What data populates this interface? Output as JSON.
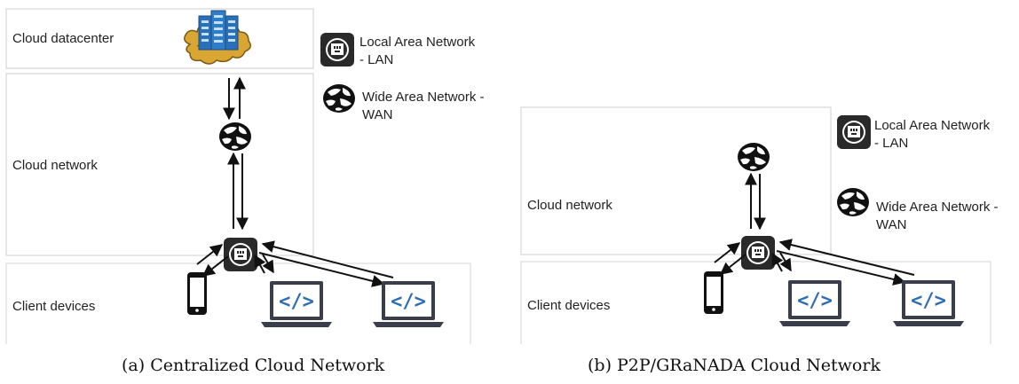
{
  "figure_a": {
    "layers": {
      "datacenter": "Cloud datacenter",
      "network": "Cloud network",
      "clients": "Client devices"
    },
    "legend": {
      "lan_line1": "Local Area Network",
      "lan_line2": "- LAN",
      "wan_line1": "Wide Area Network -",
      "wan_line2": "WAN"
    },
    "caption": "(a) Centralized Cloud Network"
  },
  "figure_b": {
    "layers": {
      "network": "Cloud network",
      "clients": "Client devices"
    },
    "legend": {
      "lan_line1": "Local Area Network",
      "lan_line2": "- LAN",
      "wan_line1": "Wide Area Network -",
      "wan_line2": "WAN"
    },
    "caption": "(b) P2P/GRaNADA Cloud Network"
  },
  "icons": {
    "datacenter": "server-cloud-icon",
    "wan": "wan-globe-icon",
    "lan": "lan-router-icon",
    "phone": "smartphone-icon",
    "laptop": "laptop-code-icon"
  },
  "colors": {
    "laptop_blue": "#2f6db3",
    "server_blue": "#2a6fb8",
    "cloud_gold": "#d9a634",
    "box_border": "#cfcfcf"
  }
}
